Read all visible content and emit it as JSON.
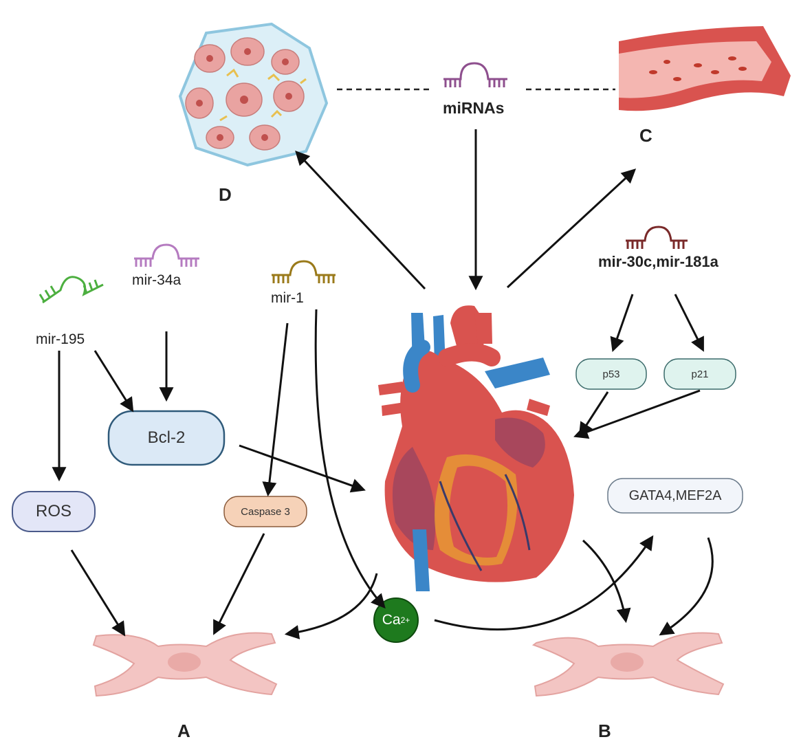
{
  "labels": {
    "mirnas": "miRNAs",
    "mir195": "mir-195",
    "mir34a": "mir-34a",
    "mir1": "mir-1",
    "mir30c181a": "mir-30c,mir-181a"
  },
  "nodes": {
    "bcl2": "Bcl-2",
    "ros": "ROS",
    "caspase3": "Caspase 3",
    "p53": "p53",
    "p21": "p21",
    "gata4mef2a": "GATA4,MEF2A",
    "calcium": "Ca",
    "calcium_sup": "2+"
  },
  "panels": {
    "a": "A",
    "b": "B",
    "c": "C",
    "d": "D"
  },
  "icons": [
    "mirna-icon",
    "heart-icon",
    "cardiomyocyte-icon",
    "blood-vessel-icon",
    "fibrosis-tissue-icon",
    "calcium-ion-icon"
  ],
  "colors": {
    "mirnas": "#8e4f8e",
    "mir195": "#4caf3f",
    "mir34a": "#b57bc0",
    "mir1": "#9a7a1a",
    "mir30c181a": "#7a2a2a",
    "bcl2_fill": "#dbe9f6",
    "ros_fill": "#e3e6f7",
    "caspase_fill": "#f6d2b8",
    "p_fill": "#dff3ee",
    "gata_fill": "#f2f5fa",
    "calcium": "#1e7a1e",
    "cell": "#f3c5c3"
  }
}
